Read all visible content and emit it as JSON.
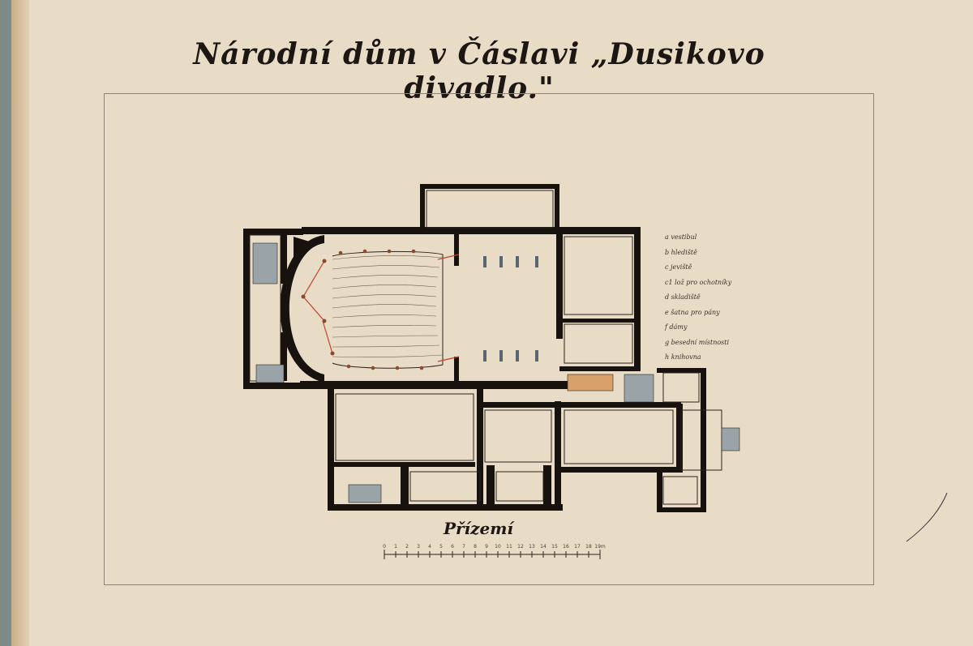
{
  "title": "Národní dům v Čáslavi „Dusikovo divadlo.\"",
  "subtitle": "Přízemí",
  "legend": [
    {
      "key": "a",
      "label": "vestibul"
    },
    {
      "key": "b",
      "label": "hlediště"
    },
    {
      "key": "c",
      "label": "jeviště"
    },
    {
      "key": "c1",
      "label": "lož pro ochotníky"
    },
    {
      "key": "d",
      "label": "skladiště"
    },
    {
      "key": "e",
      "label": "šatna pro pány"
    },
    {
      "key": "f",
      "label": "dámy"
    },
    {
      "key": "g",
      "label": "besední místnosti"
    },
    {
      "key": "h",
      "label": "knihovna"
    }
  ],
  "scale_labels": [
    "0",
    "1",
    "2",
    "3",
    "4",
    "5",
    "6",
    "7",
    "8",
    "9",
    "10",
    "11",
    "12",
    "13",
    "14",
    "15",
    "16",
    "17",
    "18",
    "19"
  ],
  "scale_unit": "m",
  "colors": {
    "paper": "#e9dcc6",
    "ink": "#17120e",
    "accent": "#c0442a"
  }
}
